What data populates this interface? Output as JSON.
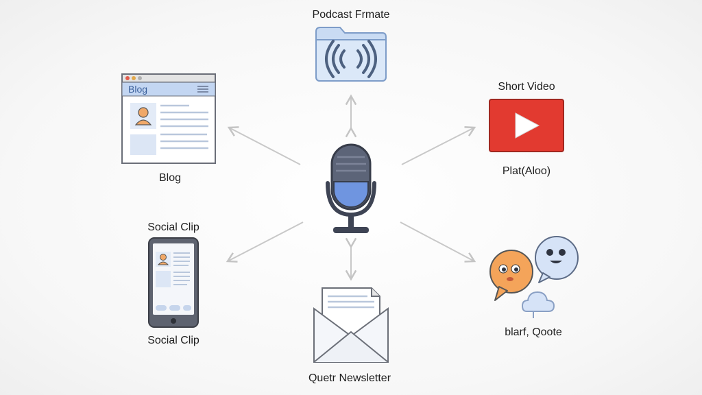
{
  "diagram": {
    "center": {
      "icon": "microphone-icon"
    },
    "nodes": {
      "podcast": {
        "label": "Podcast Frmate",
        "icon": "audio-folder-icon"
      },
      "blog": {
        "label": "Blog",
        "window_title": "Blog",
        "icon": "browser-window-icon"
      },
      "short_video": {
        "label": "Short Video",
        "sublabel": "Plat(Aloo)",
        "icon": "video-play-icon"
      },
      "social_clip": {
        "label_top": "Social Clip",
        "label_bottom": "Social Clip",
        "icon": "smartphone-icon"
      },
      "newsletter": {
        "label": "Quetr Newsletter",
        "icon": "envelope-icon"
      },
      "quote": {
        "label": "blarf, Qoote",
        "icon": "chat-bubbles-icon"
      }
    },
    "colors": {
      "mic_body": "#5c6478",
      "mic_grille": "#6f95e0",
      "video_red": "#e23a30",
      "folder_blue": "#d8e6f8",
      "connector": "#c6c6c6"
    }
  }
}
